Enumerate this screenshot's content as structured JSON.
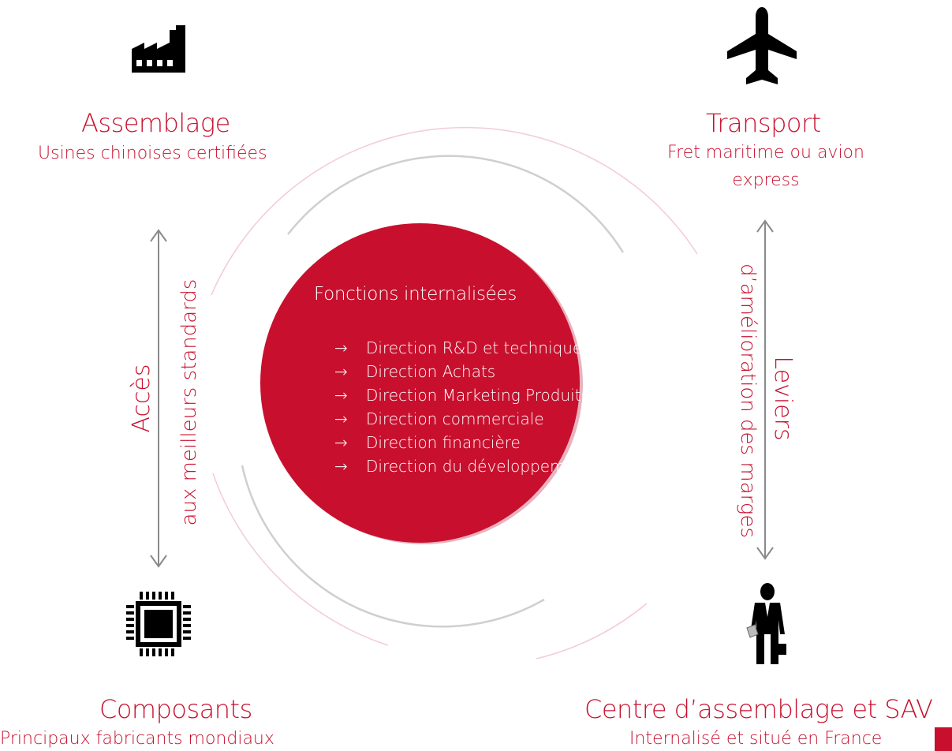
{
  "center": {
    "title": "Fonctions internalisées",
    "arrow": "→",
    "items": [
      "Direction R&D et technique",
      "Direction Achats",
      "Direction Marketing Produits",
      "Direction commerciale",
      "Direction financière",
      "Direction du développement"
    ]
  },
  "nodes": {
    "assemblage": {
      "title": "Assemblage",
      "subtitle": "Usines chinoises certifiées",
      "icon": "factory-icon"
    },
    "transport": {
      "title": "Transport",
      "subtitle_line1": "Fret maritime ou avion",
      "subtitle_line2": "express",
      "icon": "airplane-icon"
    },
    "composants": {
      "title": "Composants",
      "subtitle": "Principaux fabricants mondiaux",
      "icon": "chip-icon"
    },
    "centre": {
      "title": "Centre d’assemblage et SAV",
      "subtitle": "Internalisé et situé en France",
      "icon": "businessman-icon"
    }
  },
  "left_axis": {
    "line1": "Accès",
    "line2": "aux meilleurs standards"
  },
  "right_axis": {
    "line1": "Leviers",
    "line2": "d’amélioration des marges"
  },
  "colors": {
    "accent": "#c8102e",
    "arc_gray": "#cccccc",
    "arc_pink": "#f0c6cf",
    "icon": "#000000"
  }
}
